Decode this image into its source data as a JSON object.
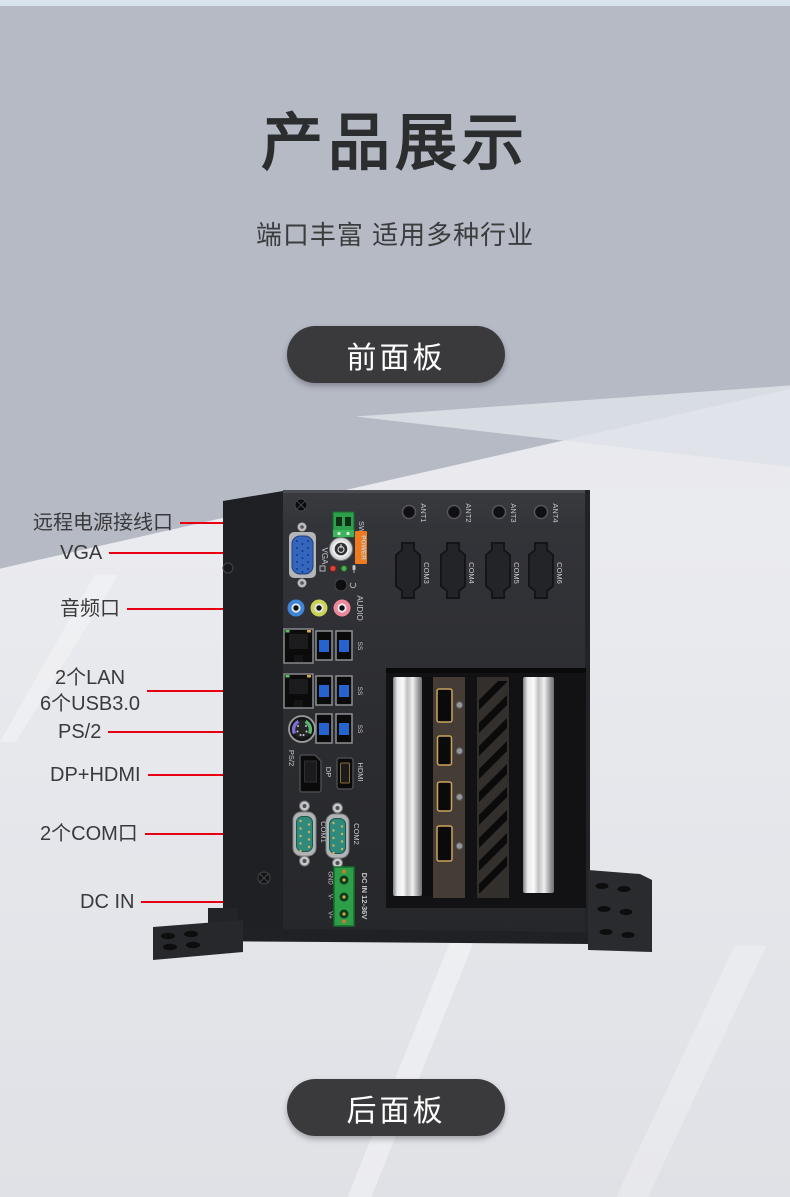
{
  "page": {
    "title": "产品展示",
    "subtitle": "端口丰富 适用多种行业",
    "front_panel_button": "前面板",
    "rear_panel_button": "后面板"
  },
  "colors": {
    "background_top": "#b6bac5",
    "background_bottom": "#e9eaee",
    "callout_line_red": "#e60012",
    "pill_button": "#3a3a3c",
    "power_tag_orange": "#ee7b1f"
  },
  "callouts": [
    {
      "label": "远程电源接线口"
    },
    {
      "label": "VGA"
    },
    {
      "label": "音频口"
    },
    {
      "label": "2个LAN"
    },
    {
      "label": "6个USB3.0"
    },
    {
      "label": "PS/2"
    },
    {
      "label": "DP+HDMI"
    },
    {
      "label": "2个COM口"
    },
    {
      "label": "DC IN"
    }
  ],
  "device": {
    "panel_prints": {
      "sw": "SW",
      "vga": "VGA",
      "power": "POWER",
      "audio": "AUDIO",
      "usb3_mark": "SS",
      "ps2": "PS/2",
      "dp": "DP",
      "hdmi": "HDMI",
      "com1": "COM1",
      "com2": "COM2",
      "com3": "COM3",
      "com4": "COM4",
      "com5": "COM5",
      "com6": "COM6",
      "ant1": "ANT1",
      "ant2": "ANT2",
      "ant3": "ANT3",
      "ant4": "ANT4",
      "dc_in": "DC IN 12-36V",
      "gnd": "GND",
      "v_minus": "V-",
      "v_plus": "V+"
    }
  }
}
